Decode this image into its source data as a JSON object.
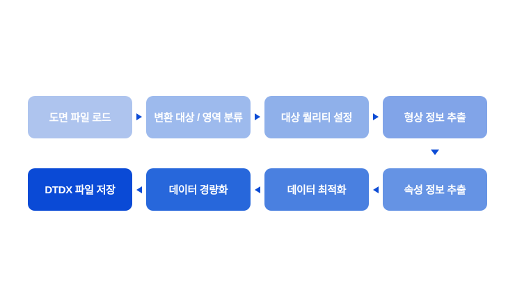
{
  "diagram": {
    "background_color": "#ffffff",
    "arrow_color": "#0d4cd5",
    "text_color": "#ffffff",
    "top_row": {
      "flow_direction": "right",
      "boxes": [
        {
          "label": "도면 파일 로드",
          "color": "#aec4ee"
        },
        {
          "label": "변환 대상 / 영역 분류",
          "color": "#9dbaed"
        },
        {
          "label": "대상 퀄리티 설정",
          "color": "#8fb0ea"
        },
        {
          "label": "형상 정보 추출",
          "color": "#81a4e8"
        }
      ]
    },
    "bottom_row": {
      "flow_direction": "left",
      "boxes": [
        {
          "label": "DTDX 파일 저장",
          "color": "#0a4ad6"
        },
        {
          "label": "데이터 경량화",
          "color": "#2767db"
        },
        {
          "label": "데이터 최적화",
          "color": "#4a80e0"
        },
        {
          "label": "속성 정보 추출",
          "color": "#6593e4"
        }
      ]
    }
  }
}
